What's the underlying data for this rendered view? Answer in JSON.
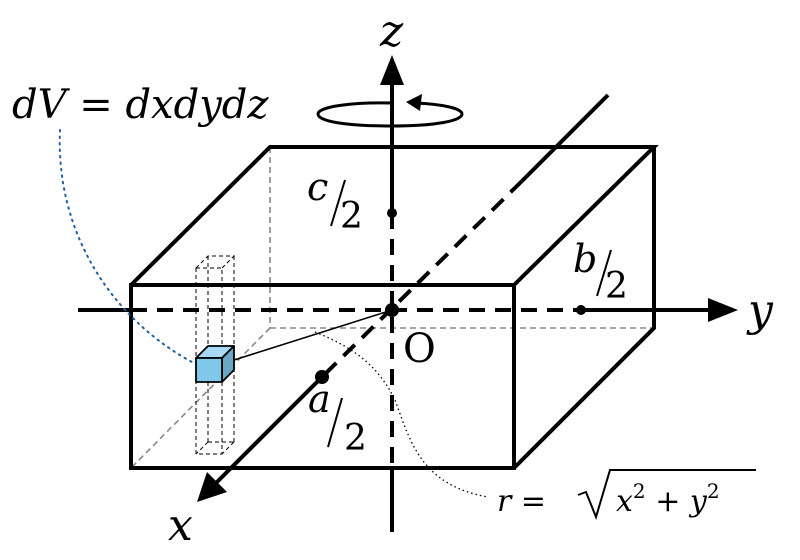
{
  "labels": {
    "z_axis": "z",
    "y_axis": "y",
    "x_axis": "x",
    "origin": "O",
    "volume_element": "dV = dxdydz",
    "c_half_num": "c",
    "b_half_num": "b",
    "a_half_num": "a",
    "half_den": "2",
    "radius_lhs": "r = ",
    "radius_rhs_x": "x",
    "radius_rhs_plus": " + ",
    "radius_rhs_y": "y",
    "radius_exp": "2"
  },
  "colors": {
    "cube_fill": "#7fc8ea",
    "cube_top": "#a7daf2",
    "cube_side": "#6aa7c2",
    "leader_blue": "#1f5fa0",
    "hidden_gray": "#888888"
  }
}
